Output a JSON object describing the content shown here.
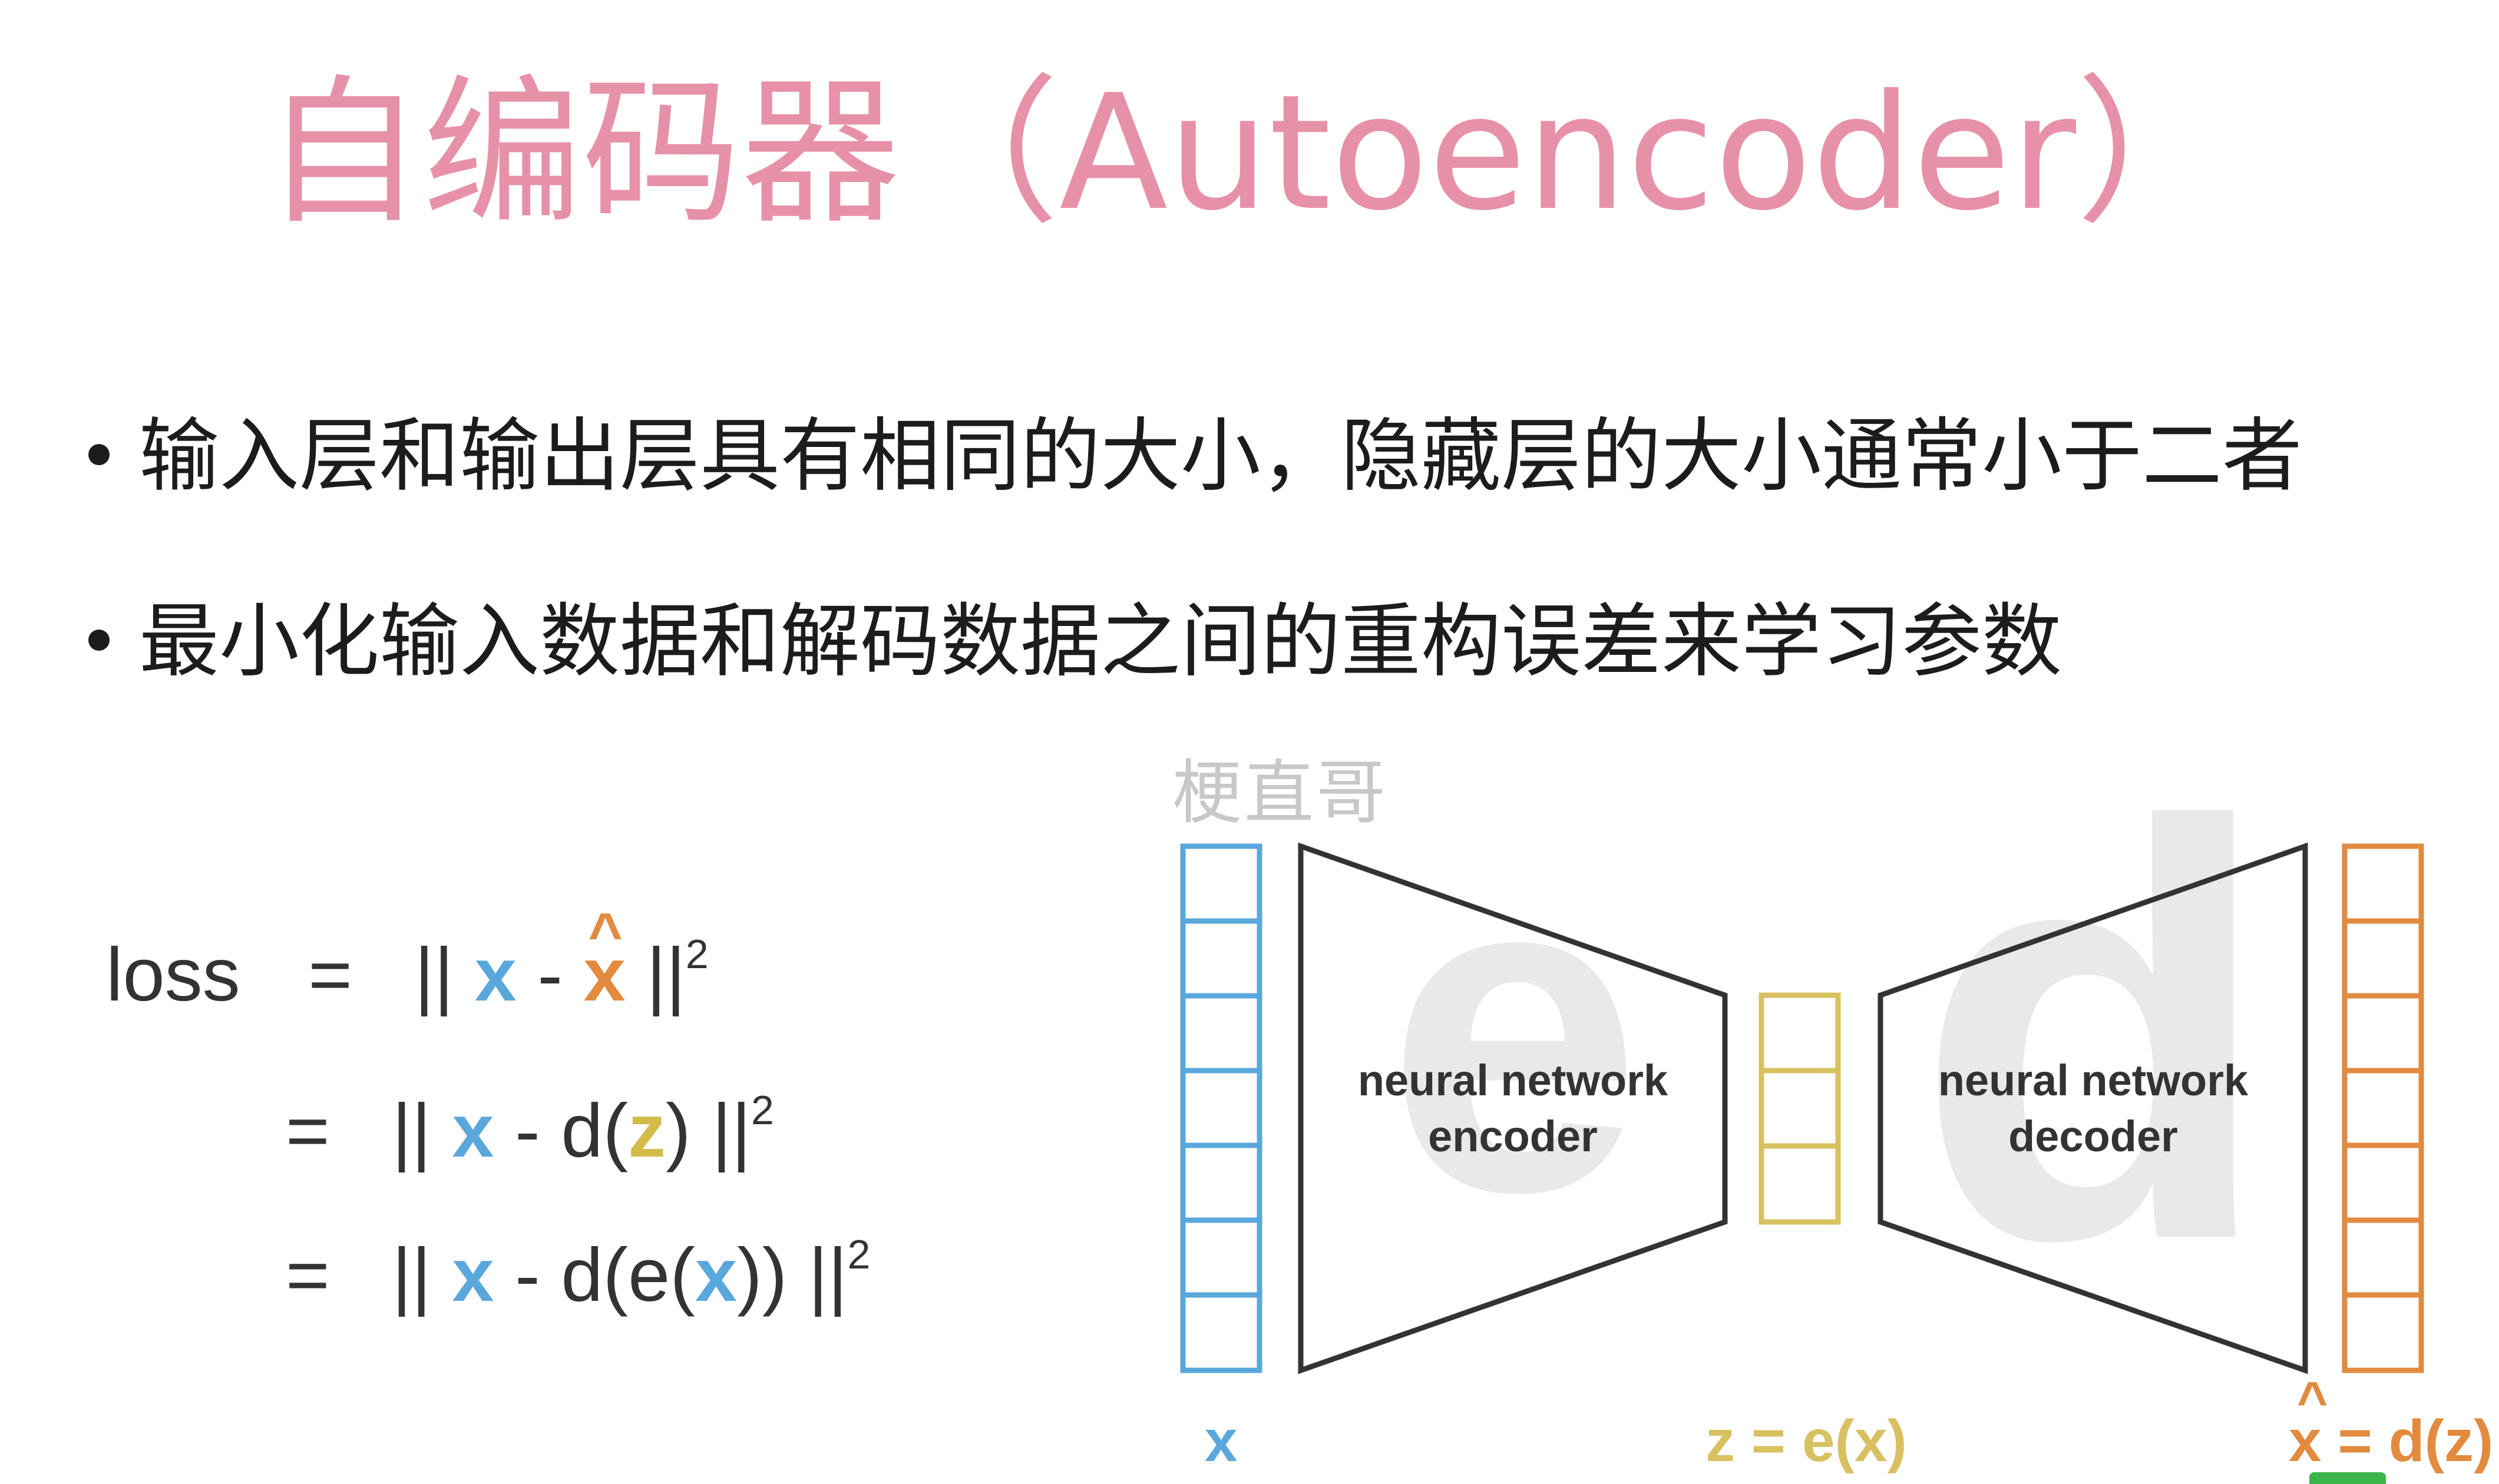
{
  "title": "自编码器（Autoencoder）",
  "bullets": [
    "输入层和输出层具有相同的大小，隐藏层的大小通常小于二者",
    "最小化输入数据和解码数据之间的重构误差来学习参数"
  ],
  "watermark": "梗直哥",
  "formula": {
    "loss_word": "loss",
    "eq": "=",
    "norm": "||",
    "x": "x",
    "minus": "-",
    "xhat": "x",
    "hat": "^",
    "exp": "2",
    "d": "d",
    "z": "z",
    "e": "e",
    "lparen": "(",
    "rparen": ")"
  },
  "diagram": {
    "encoder_line1": "neural network",
    "encoder_line2": "encoder",
    "encoder_bg_letter": "e",
    "decoder_line1": "neural network",
    "decoder_line2": "decoder",
    "decoder_bg_letter": "d",
    "label_x": "x",
    "label_z": "z = e(x)",
    "label_xhat": "x = d(z)",
    "colors": {
      "input": "#5aa7dc",
      "latent": "#d8c161",
      "output": "#e28a3e",
      "title": "#e791a8"
    }
  }
}
